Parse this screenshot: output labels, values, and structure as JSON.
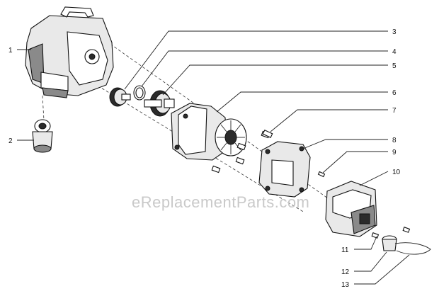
{
  "callouts": [
    "1",
    "2",
    "3",
    "4",
    "5",
    "6",
    "7",
    "8",
    "9",
    "10",
    "11",
    "12",
    "13"
  ],
  "watermark": "eReplacementParts.com"
}
